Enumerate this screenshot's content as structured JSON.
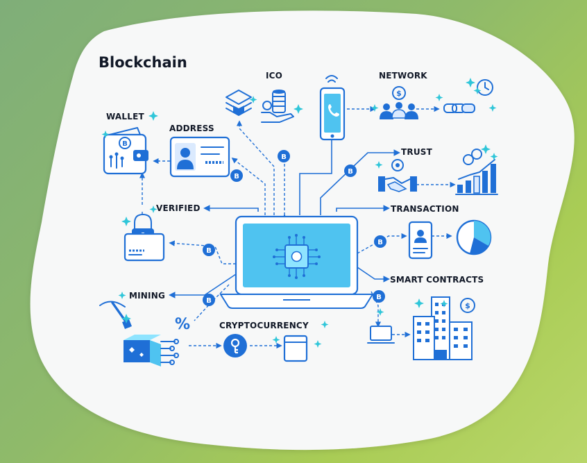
{
  "title": "Blockchain",
  "labels": {
    "ico": "ICO",
    "network": "NETWORK",
    "wallet": "WALLET",
    "address": "ADDRESS",
    "trust": "TRUST",
    "verified": "VERIFIED",
    "transaction": "TRANSACTION",
    "smart_contracts": "SMART CONTRACTS",
    "mining": "MINING",
    "cryptocurrency": "CRYPTOCURRENCY",
    "percent": "%",
    "coin": "B"
  },
  "colors": {
    "primary_blue": "#1f6fd6",
    "light_blue": "#dbeafe",
    "cyan_accent": "#2fc6d9",
    "blob_fill": "#f7f8f8",
    "bg_green": "#8fba6a"
  }
}
